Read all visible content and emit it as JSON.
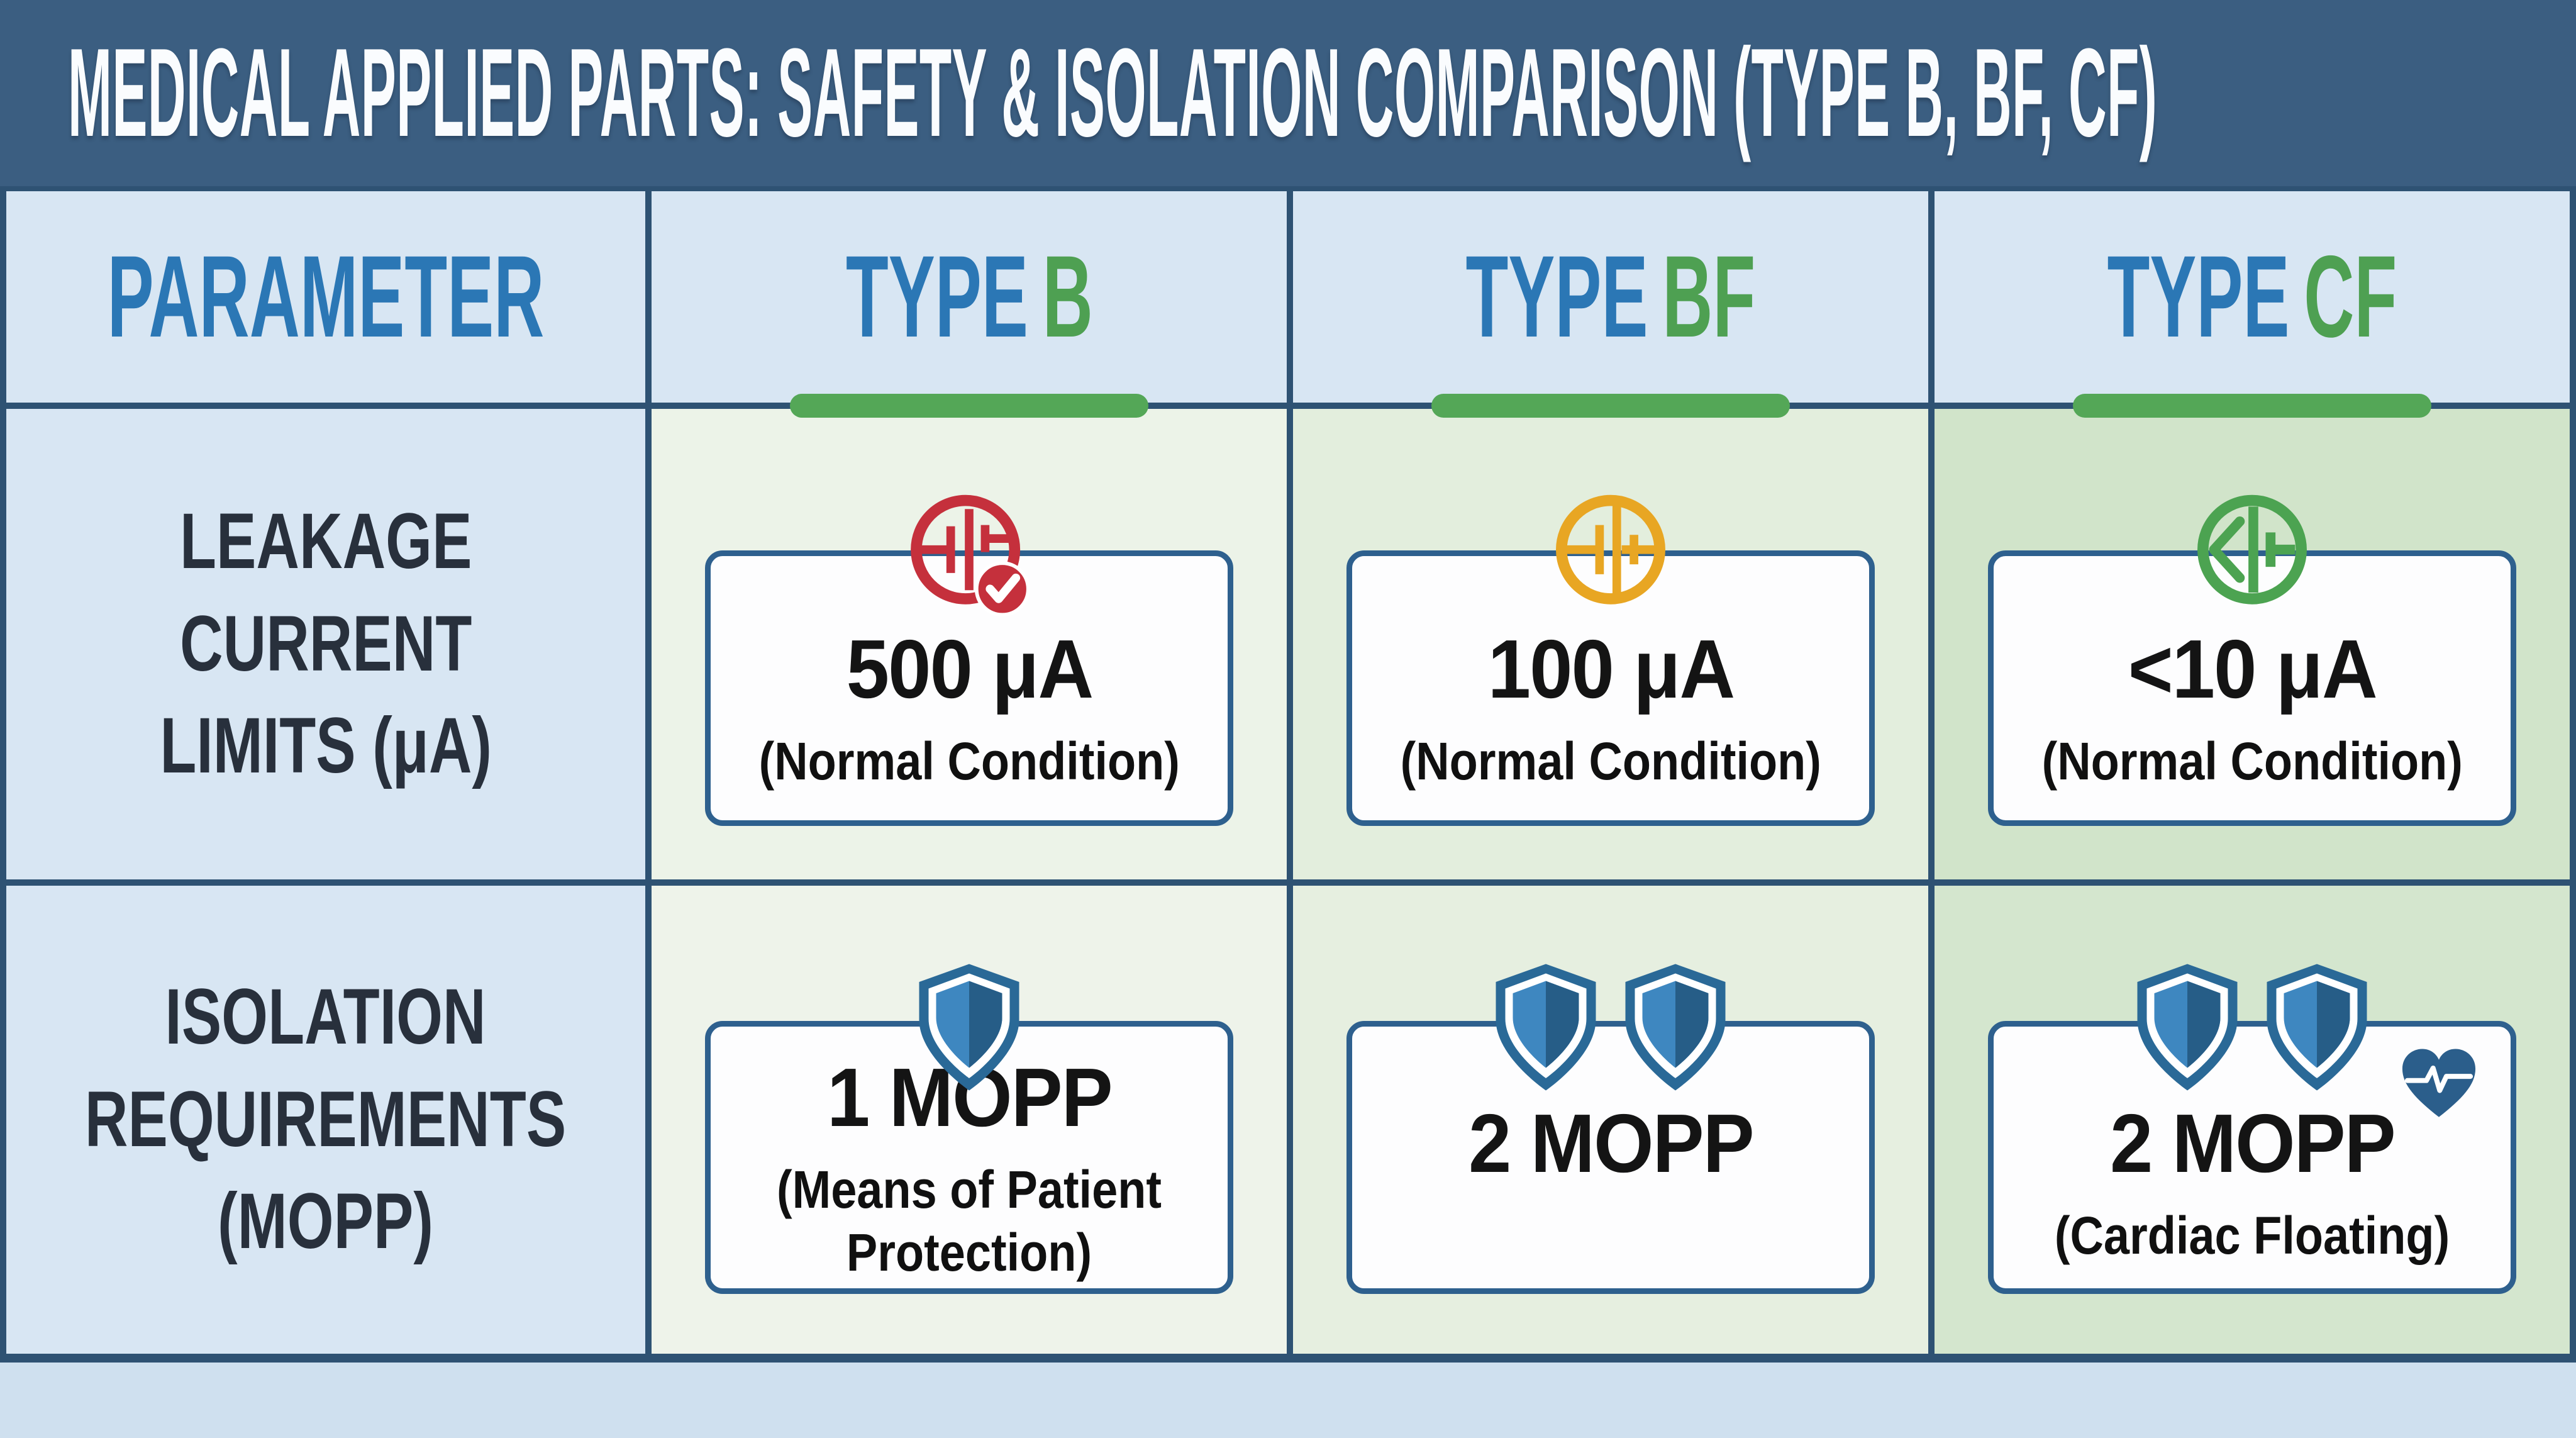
{
  "title": "MEDICAL APPLIED PARTS: SAFETY & ISOLATION COMPARISON (TYPE B, BF, CF)",
  "header": {
    "parameter": "PARAMETER",
    "types": [
      {
        "word": "TYPE",
        "code": "B"
      },
      {
        "word": "TYPE",
        "code": "BF"
      },
      {
        "word": "TYPE",
        "code": "CF"
      }
    ]
  },
  "rows": [
    {
      "label_lines": [
        "LEAKAGE",
        "CURRENT",
        "LIMITS (μA)"
      ],
      "cells": [
        {
          "icon": "capacitor-check-red-icon",
          "value": "500 μA",
          "note": "(Normal Condition)"
        },
        {
          "icon": "capacitor-amber-icon",
          "value": "100 μA",
          "note": "(Normal Condition)"
        },
        {
          "icon": "capacitor-arrow-green-icon",
          "value": "<10 μA",
          "note": "(Normal Condition)"
        }
      ]
    },
    {
      "label_lines": [
        "ISOLATION",
        "REQUIREMENTS",
        "(MOPP)"
      ],
      "cells": [
        {
          "shields": 1,
          "heart": false,
          "value": "1 MOPP",
          "note": "(Means of Patient Protection)"
        },
        {
          "shields": 2,
          "heart": false,
          "value": "2 MOPP",
          "note": ""
        },
        {
          "shields": 2,
          "heart": true,
          "value": "2 MOPP",
          "note": "(Cardiac Floating)"
        }
      ]
    }
  ],
  "colors": {
    "title_bar": "#3b5e81",
    "grid_border": "#2e5273",
    "header_bg": "#d8e6f3",
    "header_blue": "#2b77b5",
    "type_green": "#4ea052",
    "underline_green": "#54a757",
    "card_border": "#2e608e",
    "icon_red": "#c5303c",
    "icon_amber": "#e8a623",
    "icon_green": "#4ca351",
    "shield_blue_light": "#3e87c0",
    "shield_blue_dark": "#265d87",
    "heart_blue": "#2b5e8b",
    "footer_bg": "#cfe0ef"
  }
}
